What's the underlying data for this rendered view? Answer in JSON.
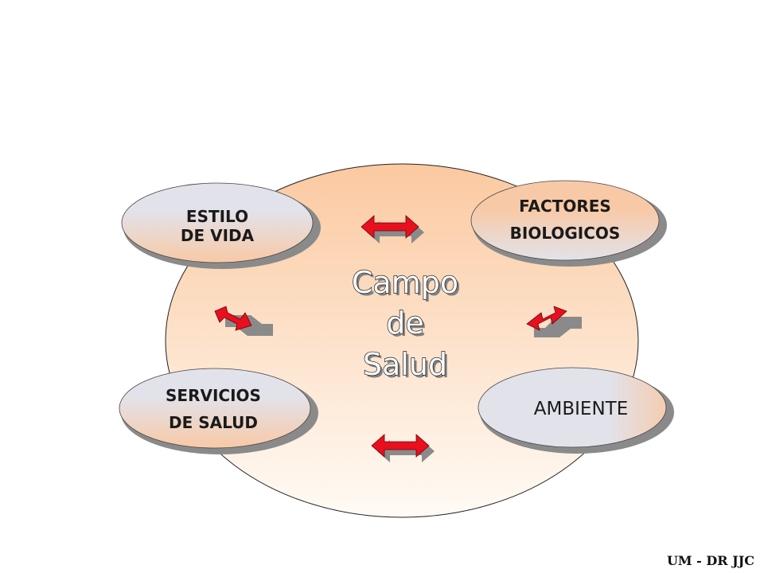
{
  "center": {
    "lines": [
      "Campo",
      "de",
      "Salud"
    ]
  },
  "nodes": [
    {
      "id": "estilo",
      "lines": [
        "ESTILO",
        "DE VIDA"
      ]
    },
    {
      "id": "factores",
      "lines": [
        "FACTORES",
        "BIOLOGICOS"
      ]
    },
    {
      "id": "servicios",
      "lines": [
        "SERVICIOS",
        "DE SALUD"
      ]
    },
    {
      "id": "ambiente",
      "lines": [
        "AMBIENTE"
      ]
    }
  ],
  "footer": "UM - DR JJC",
  "colors": {
    "circle_top": "#fbc9a0",
    "circle_bottom": "#fffbf6",
    "arrow": "#e8101e",
    "pill_light": "#e2e2ea",
    "pill_warm": "#f8c9a6",
    "shadow": "#8a8a8a"
  }
}
